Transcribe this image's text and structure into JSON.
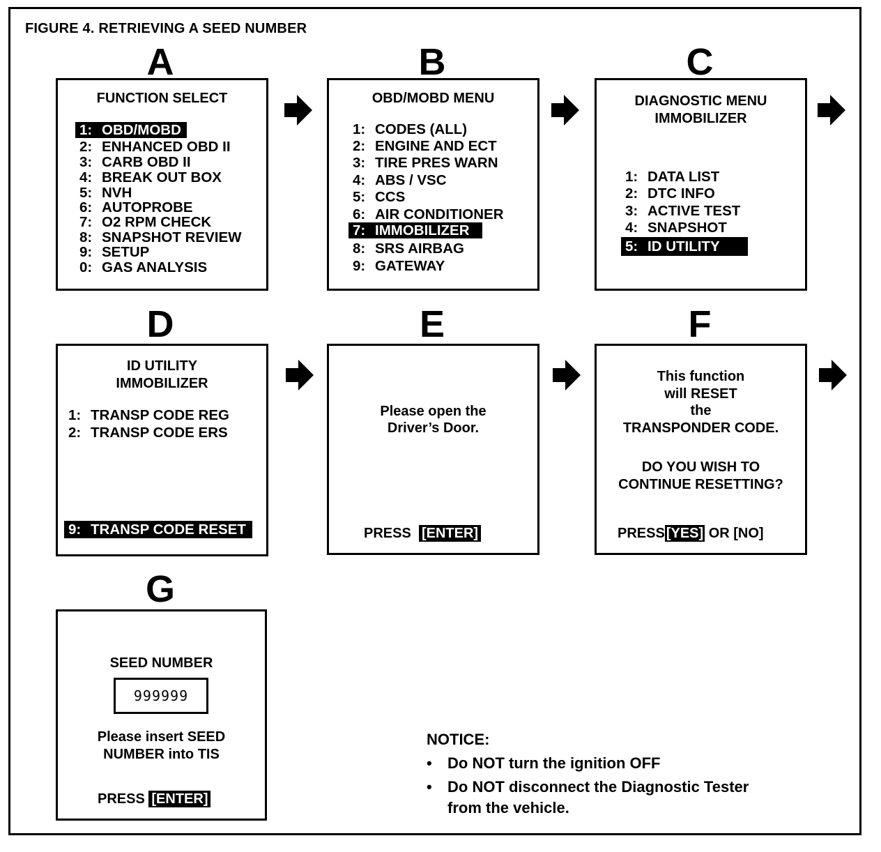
{
  "figure_title": "FIGURE 4.  RETRIEVING A SEED NUMBER",
  "panels": {
    "a": {
      "letter": "A",
      "title": "FUNCTION SELECT",
      "items": [
        {
          "num": "1:",
          "label": "OBD/MOBD"
        },
        {
          "num": "2:",
          "label": "ENHANCED OBD II"
        },
        {
          "num": "3:",
          "label": "CARB OBD II"
        },
        {
          "num": "4:",
          "label": "BREAK OUT BOX"
        },
        {
          "num": "5:",
          "label": "NVH"
        },
        {
          "num": "6:",
          "label": "AUTOPROBE"
        },
        {
          "num": "7:",
          "label": "O2 RPM CHECK"
        },
        {
          "num": "8:",
          "label": "SNAPSHOT REVIEW"
        },
        {
          "num": "9:",
          "label": "SETUP"
        },
        {
          "num": "0:",
          "label": "GAS ANALYSIS"
        }
      ]
    },
    "b": {
      "letter": "B",
      "title": "OBD/MOBD MENU",
      "items": [
        {
          "num": "1:",
          "label": "CODES (ALL)"
        },
        {
          "num": "2:",
          "label": "ENGINE AND ECT"
        },
        {
          "num": "3:",
          "label": "TIRE PRES WARN"
        },
        {
          "num": "4:",
          "label": "ABS / VSC"
        },
        {
          "num": "5:",
          "label": "CCS"
        },
        {
          "num": "6:",
          "label": "AIR CONDITIONER"
        },
        {
          "num": "7:",
          "label": "IMMOBILIZER"
        },
        {
          "num": "8:",
          "label": "SRS AIRBAG"
        },
        {
          "num": "9:",
          "label": "GATEWAY"
        }
      ]
    },
    "c": {
      "letter": "C",
      "title_line1": "DIAGNOSTIC MENU",
      "title_line2": "IMMOBILIZER",
      "items": [
        {
          "num": "1:",
          "label": "DATA LIST"
        },
        {
          "num": "2:",
          "label": "DTC INFO"
        },
        {
          "num": "3:",
          "label": "ACTIVE TEST"
        },
        {
          "num": "4:",
          "label": "SNAPSHOT"
        },
        {
          "num": "5:",
          "label": "ID UTILITY"
        }
      ]
    },
    "d": {
      "letter": "D",
      "title_line1": "ID UTILITY",
      "title_line2": "IMMOBILIZER",
      "items": [
        {
          "num": "1:",
          "label": "TRANSP CODE REG"
        },
        {
          "num": "2:",
          "label": "TRANSP CODE ERS"
        },
        {
          "num": "9:",
          "label": "TRANSP CODE RESET"
        }
      ]
    },
    "e": {
      "letter": "E",
      "line1": "Please open the",
      "line2": "Driver’s Door.",
      "press": "PRESS",
      "key": "[ENTER]"
    },
    "f": {
      "letter": "F",
      "line1": "This function",
      "line2": "will RESET",
      "line3": "the",
      "line4": "TRANSPONDER CODE.",
      "line5": "DO YOU WISH TO",
      "line6": "CONTINUE RESETTING?",
      "press": "PRESS",
      "yes": "[YES]",
      "or_no": "OR [NO]"
    },
    "g": {
      "letter": "G",
      "title": "SEED NUMBER",
      "seed": "999999",
      "line1": "Please insert SEED",
      "line2": "NUMBER into TIS",
      "press": "PRESS",
      "key": "[ENTER]"
    }
  },
  "notice": {
    "title": "NOTICE:",
    "items": [
      {
        "bullet": "•",
        "line1": "Do NOT turn the ignition OFF"
      },
      {
        "bullet": "•",
        "line1": "Do NOT disconnect the Diagnostic Tester",
        "line2": "from the vehicle."
      }
    ]
  }
}
